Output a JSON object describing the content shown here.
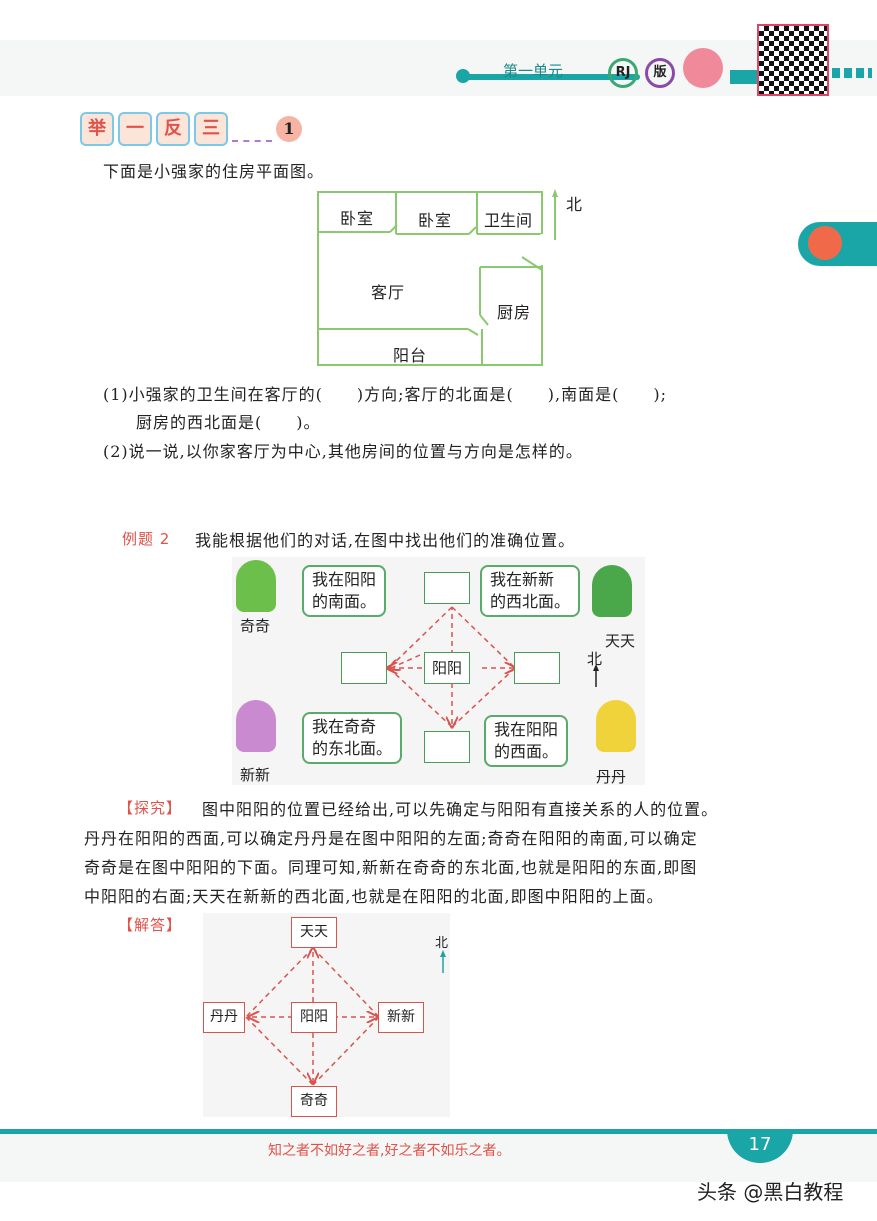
{
  "header": {
    "unit": "第一单元",
    "badge_rj": "RJ",
    "badge_edition": "版"
  },
  "section": {
    "title_chars": [
      "举",
      "一",
      "反",
      "三"
    ],
    "number": "1"
  },
  "exercise1": {
    "intro": "下面是小强家的住房平面图。",
    "rooms": {
      "bedroom1": "卧室",
      "bedroom2": "卧室",
      "bathroom": "卫生间",
      "living": "客厅",
      "kitchen": "厨房",
      "balcony": "阳台"
    },
    "north": "北",
    "q1_line1": "(1)小强家的卫生间在客厅的(　　)方向;客厅的北面是(　　),南面是(　　);",
    "q1_line2": "厨房的西北面是(　　)。",
    "q2": "(2)说一说,以你家客厅为中心,其他房间的位置与方向是怎样的。"
  },
  "example2": {
    "label": "例题 2",
    "prompt": "我能根据他们的对话,在图中找出他们的准确位置。",
    "center": "阳阳",
    "north": "北",
    "characters": [
      {
        "name": "奇奇",
        "line1": "我在阳阳",
        "line2": "的南面。",
        "color": "#6cbf4a"
      },
      {
        "name": "天天",
        "line1": "我在新新",
        "line2": "的西北面。",
        "color": "#4aa84a"
      },
      {
        "name": "新新",
        "line1": "我在奇奇",
        "line2": "的东北面。",
        "color": "#c98ad0"
      },
      {
        "name": "丹丹",
        "line1": "我在阳阳",
        "line2": "的西面。",
        "color": "#f0d23a"
      }
    ],
    "explore_label": "【探究】",
    "explore_text": [
      "图中阳阳的位置已经给出,可以先确定与阳阳有直接关系的人的位置。",
      "丹丹在阳阳的西面,可以确定丹丹是在图中阳阳的左面;奇奇在阳阳的南面,可以确定",
      "奇奇是在图中阳阳的下面。同理可知,新新在奇奇的东北面,也就是阳阳的东面,即图",
      "中阳阳的右面;天天在新新的西北面,也就是在阳阳的北面,即图中阳阳的上面。"
    ],
    "answer_label": "【解答】",
    "answer": {
      "top": "天天",
      "left": "丹丹",
      "center": "阳阳",
      "right": "新新",
      "bottom": "奇奇",
      "north": "北"
    }
  },
  "footer": {
    "motto": "知之者不如好之者,好之者不如乐之者。",
    "page": "17",
    "watermark": "头条 @黑白教程"
  },
  "colors": {
    "teal": "#1aa6a6",
    "accent_red": "#e0524a",
    "plan_green": "#8cc870"
  }
}
